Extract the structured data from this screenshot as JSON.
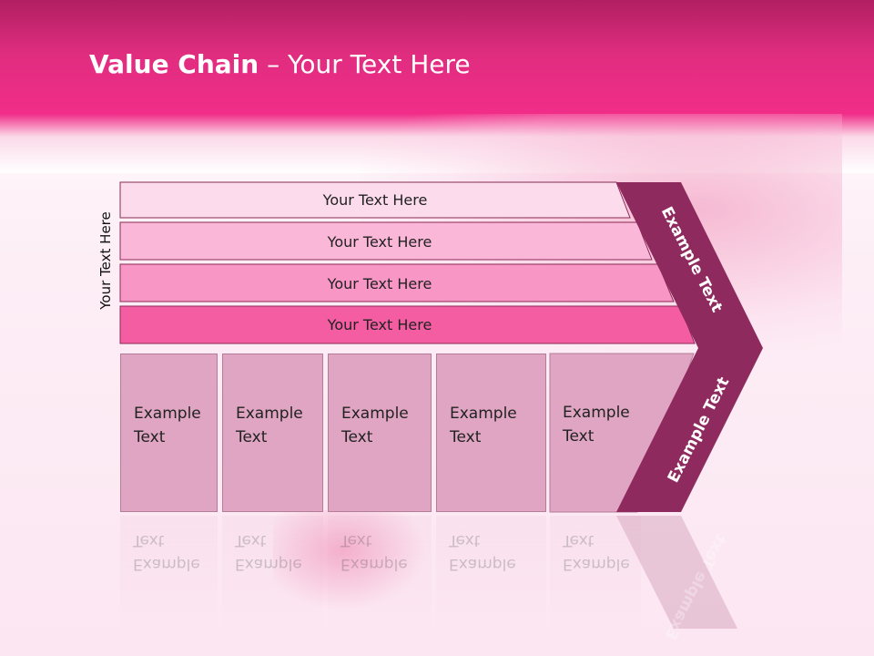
{
  "title": {
    "bold": "Value Chain",
    "rest": " – Your Text Here"
  },
  "side_label": "Your Text Here",
  "bars": [
    {
      "label": "Your Text Here",
      "color": "#fcdcec"
    },
    {
      "label": "Your Text Here",
      "color": "#fab7d8"
    },
    {
      "label": "Your Text Here",
      "color": "#f896c5"
    },
    {
      "label": "Your Text Here",
      "color": "#f55da2"
    }
  ],
  "boxes": [
    {
      "line1": "Example",
      "line2": "Text"
    },
    {
      "line1": "Example",
      "line2": "Text"
    },
    {
      "line1": "Example",
      "line2": "Text"
    },
    {
      "line1": "Example",
      "line2": "Text"
    },
    {
      "line1": "Example",
      "line2": "Text"
    }
  ],
  "chevron": {
    "top_text": "Example Text",
    "bottom_text": "Example Text",
    "color": "#8f2a5e"
  },
  "colors": {
    "header": "#e02d80",
    "box": "#dfa5c2"
  }
}
